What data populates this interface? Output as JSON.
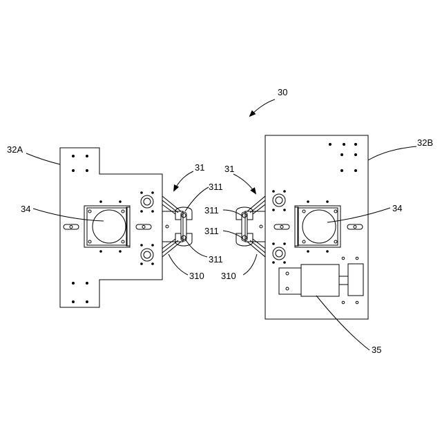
{
  "labels": {
    "assembly": "30",
    "plate_a": "32A",
    "plate_b": "32B",
    "unit_left": "31",
    "unit_right": "31",
    "motor_left": "34",
    "motor_right": "34",
    "roller_l_top": "311",
    "roller_l_bottom": "311",
    "roller_r_top": "311",
    "roller_r_bottom": "311",
    "arm_left": "310",
    "arm_right": "310",
    "drive": "35"
  },
  "colors": {
    "line": "#000000",
    "background": "#ffffff"
  }
}
